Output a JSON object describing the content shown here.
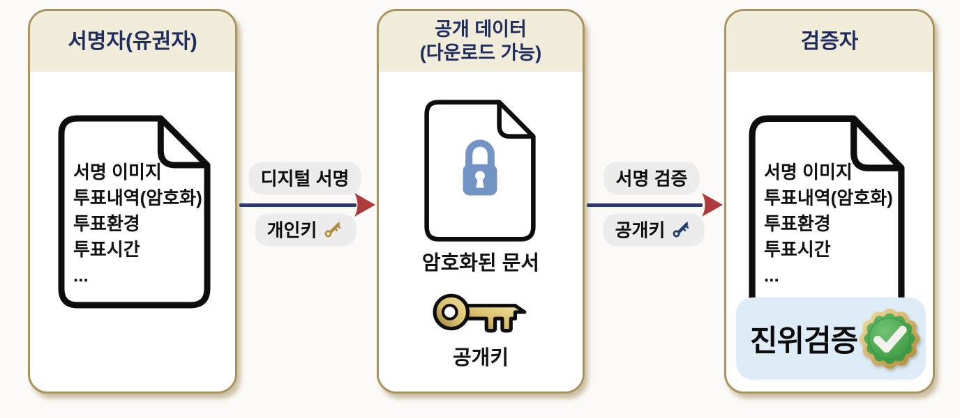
{
  "panels": {
    "signer": {
      "title": "서명자(유권자)",
      "doc_items": [
        "서명 이미지",
        "투표내역(암호화)",
        "투표환경",
        "투표시간",
        "..."
      ]
    },
    "public_data": {
      "title_line1": "공개 데이터",
      "title_line2": "(다운로드 가능)",
      "doc_label": "암호화된 문서",
      "key_label": "공개키"
    },
    "verifier": {
      "title": "검증자",
      "doc_items": [
        "서명 이미지",
        "투표내역(암호화)",
        "투표환경",
        "투표시간",
        "..."
      ],
      "badge_label": "진위검증"
    }
  },
  "arrows": {
    "sign": {
      "top_label": "디지털 서명",
      "bottom_label": "개인키"
    },
    "verify": {
      "top_label": "서명 검증",
      "bottom_label": "공개키"
    }
  },
  "icons": {
    "document": "document-icon",
    "lock": "lock-icon",
    "gold_key": "gold-key-icon",
    "navy_key": "navy-key-icon",
    "seal_check": "seal-check-icon",
    "arrow_head": "arrow-right-icon"
  },
  "colors": {
    "header_bg": "#f2ecda",
    "header_text": "#1f2c5e",
    "panel_border": "#a9935f",
    "arrow_line": "#2a3a6e",
    "arrow_head": "#ae3a3c",
    "pill_bg": "#ececec",
    "lock_blue": "#7293c3",
    "key_gold": "#c8a954",
    "key_navy": "#1e3a6e",
    "badge_bg": "#ddecf6",
    "seal_green": "#4aa44c",
    "seal_gold": "#d3b266"
  }
}
